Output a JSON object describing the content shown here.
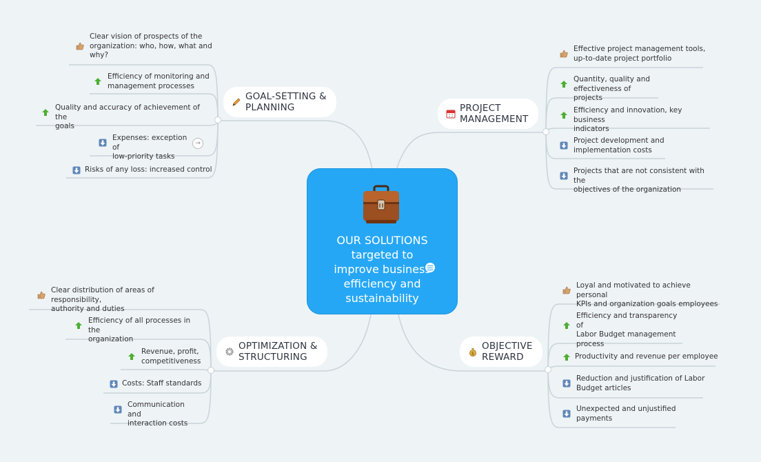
{
  "central": {
    "lines": [
      "OUR SOLUTIONS",
      "targeted to",
      "improve business",
      "efficiency and",
      "sustainability"
    ],
    "icon": "briefcase-icon"
  },
  "topics": {
    "goal": {
      "label_1": "GOAL-SETTING &",
      "label_2": "PLANNING",
      "icon": "pencil-icon",
      "items": [
        {
          "text_1": "Clear vision of prospects of the",
          "text_2": "organization: who, how, what and",
          "text_3": "why?",
          "icon": "thumbs-up-icon"
        },
        {
          "text_1": "Efficiency of monitoring and",
          "text_2": "management processes",
          "icon": "arrow-up-icon"
        },
        {
          "text_1": "Quality and accuracy of achievement of the",
          "text_2": "goals",
          "icon": "arrow-up-icon"
        },
        {
          "text_1": "Expenses: exception of",
          "text_2": "low-priority tasks",
          "icon": "arrow-down-icon"
        },
        {
          "text_1": "Risks of any loss: increased control",
          "icon": "arrow-down-icon"
        }
      ]
    },
    "project": {
      "label_1": "PROJECT",
      "label_2": "MANAGEMENT",
      "icon": "calendar-icon",
      "items": [
        {
          "text_1": "Effective project management tools,",
          "text_2": "up-to-date project portfolio",
          "icon": "thumbs-up-icon"
        },
        {
          "text_1": "Quantity, quality and",
          "text_2": "effectiveness of projects",
          "icon": "arrow-up-icon"
        },
        {
          "text_1": "Efficiency and innovation, key business",
          "text_2": "indicators",
          "icon": "arrow-up-icon"
        },
        {
          "text_1": "Project development and",
          "text_2": "implementation costs",
          "icon": "arrow-down-icon"
        },
        {
          "text_1": "Projects that are not consistent with the",
          "text_2": "objectives of the organization",
          "icon": "arrow-down-icon"
        }
      ]
    },
    "optimization": {
      "label_1": "OPTIMIZATION &",
      "label_2": "STRUCTURING",
      "icon": "gear-icon",
      "items": [
        {
          "text_1": "Clear distribution of areas of responsibility,",
          "text_2": "authority and duties",
          "icon": "thumbs-up-icon"
        },
        {
          "text_1": "Efficiency of all processes in the",
          "text_2": "organization",
          "icon": "arrow-up-icon"
        },
        {
          "text_1": "Revenue, profit,",
          "text_2": "competitiveness",
          "icon": "arrow-up-icon"
        },
        {
          "text_1": "Costs: Staff standards",
          "icon": "arrow-down-icon"
        },
        {
          "text_1": "Communication and",
          "text_2": "interaction costs",
          "icon": "arrow-down-icon"
        }
      ]
    },
    "reward": {
      "label_1": "OBJECTIVE",
      "label_2": "REWARD",
      "icon": "money-bag-icon",
      "items": [
        {
          "text_1": "Loyal and motivated to achieve personal",
          "text_2": "KPIs and organization goals employees",
          "icon": "thumbs-up-icon"
        },
        {
          "text_1": "Efficiency and transparency of",
          "text_2": "Labor Budget management",
          "text_3": "process",
          "icon": "arrow-up-icon"
        },
        {
          "text_1": "Productivity and revenue per employee",
          "icon": "arrow-up-icon"
        },
        {
          "text_1": "Reduction and justification of Labor",
          "text_2": "Budget articles",
          "icon": "arrow-down-icon"
        },
        {
          "text_1": "Unexpected and unjustified",
          "text_2": "payments",
          "icon": "arrow-down-icon"
        }
      ]
    }
  },
  "colors": {
    "central_bg": "#26a7f5",
    "connector": "#c9d3d9",
    "arrow_up": "#4caf2f",
    "arrow_down": "#5f87b8",
    "thumb": "#d9a36a"
  }
}
